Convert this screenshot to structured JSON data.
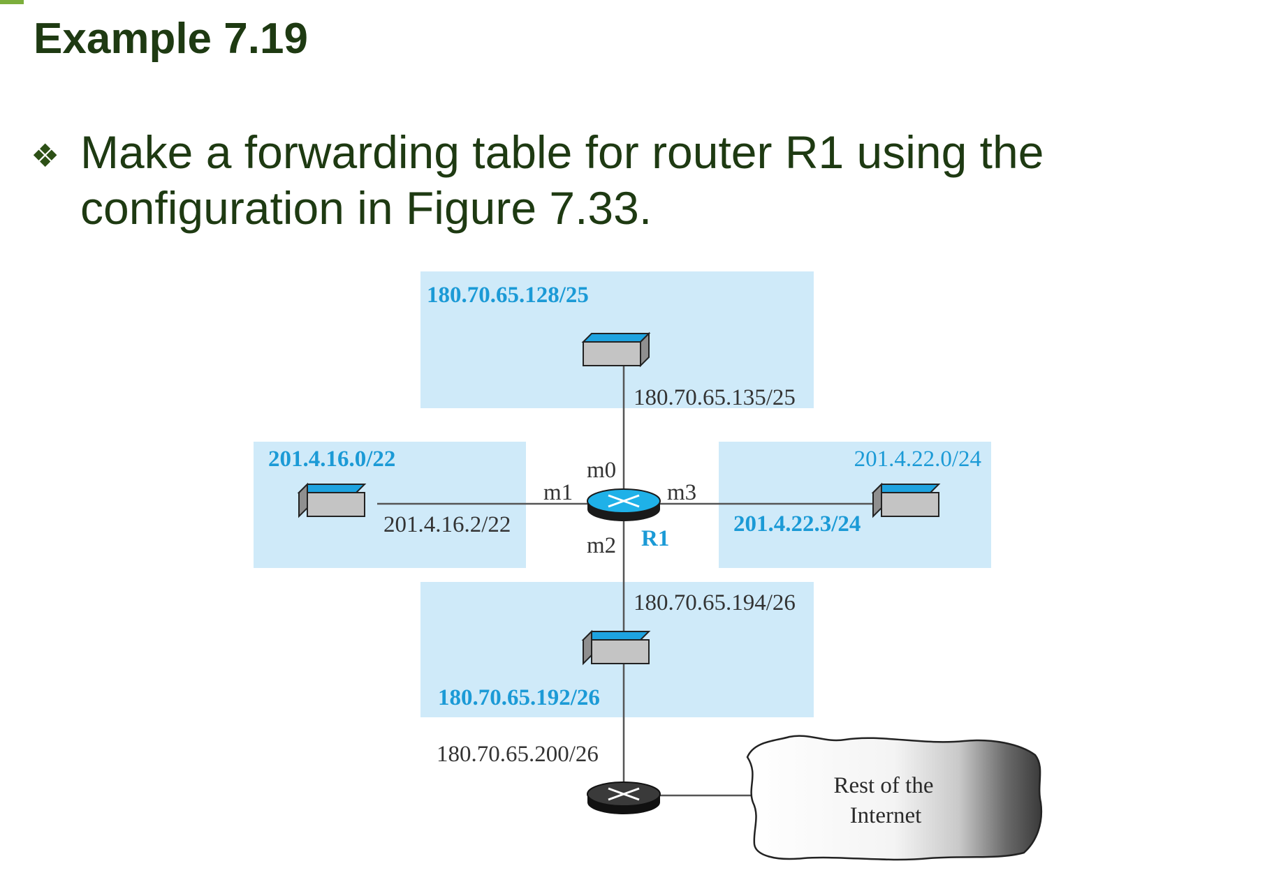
{
  "slide": {
    "title": "Example 7.19",
    "bullet_text": "Make a forwarding table for router R1 using the configuration in Figure 7.33.",
    "bullet_icon": "four-diamond-bullet-icon"
  },
  "diagram": {
    "router_label": "R1",
    "networks": {
      "top": {
        "address": "180.70.65.128/25",
        "interface_ip": "180.70.65.135/25"
      },
      "left": {
        "address": "201.4.16.0/22",
        "interface_ip": "201.4.16.2/22"
      },
      "right": {
        "address": "201.4.22.0/24",
        "interface_ip": "201.4.22.3/24"
      },
      "bottom": {
        "address": "180.70.65.192/26",
        "interface_ip": "180.70.65.194/26"
      }
    },
    "interfaces": {
      "m0": "m0",
      "m1": "m1",
      "m2": "m2",
      "m3": "m3"
    },
    "internet_router_ip": "180.70.65.200/26",
    "cloud_line1": "Rest of the",
    "cloud_line2": "Internet"
  },
  "colors": {
    "network_area": "#cfeaf9",
    "switch_top": "#1ea3e0",
    "switch_body": "#c4c4c4",
    "router_r1": "#1fb1e8",
    "router_internet": "#333333",
    "label_blue": "#1b9ad6",
    "title_green": "#1e3a12"
  }
}
